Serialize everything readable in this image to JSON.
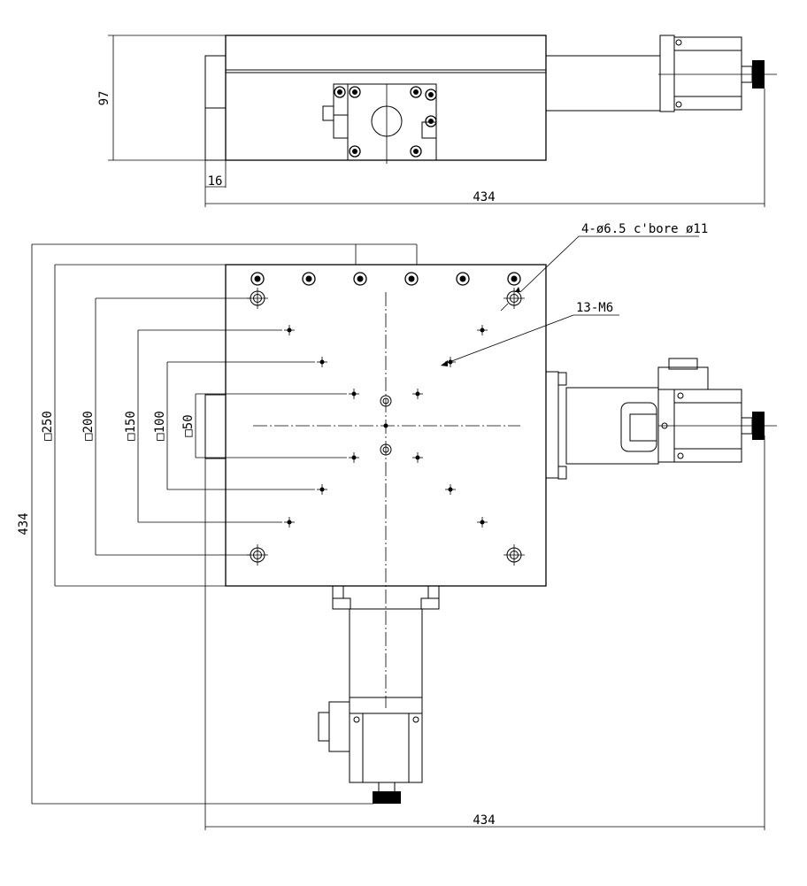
{
  "dimensions": {
    "top_height": "97",
    "top_offset": "16",
    "top_width": "434",
    "bottom_width": "434",
    "overall_height": "434",
    "sq250": "□250",
    "sq200": "□200",
    "sq150": "□150",
    "sq100": "□100",
    "sq50": "□50"
  },
  "callouts": {
    "cbore": "4-ø6.5 c'bore ø11",
    "tapped": "13-M6"
  }
}
